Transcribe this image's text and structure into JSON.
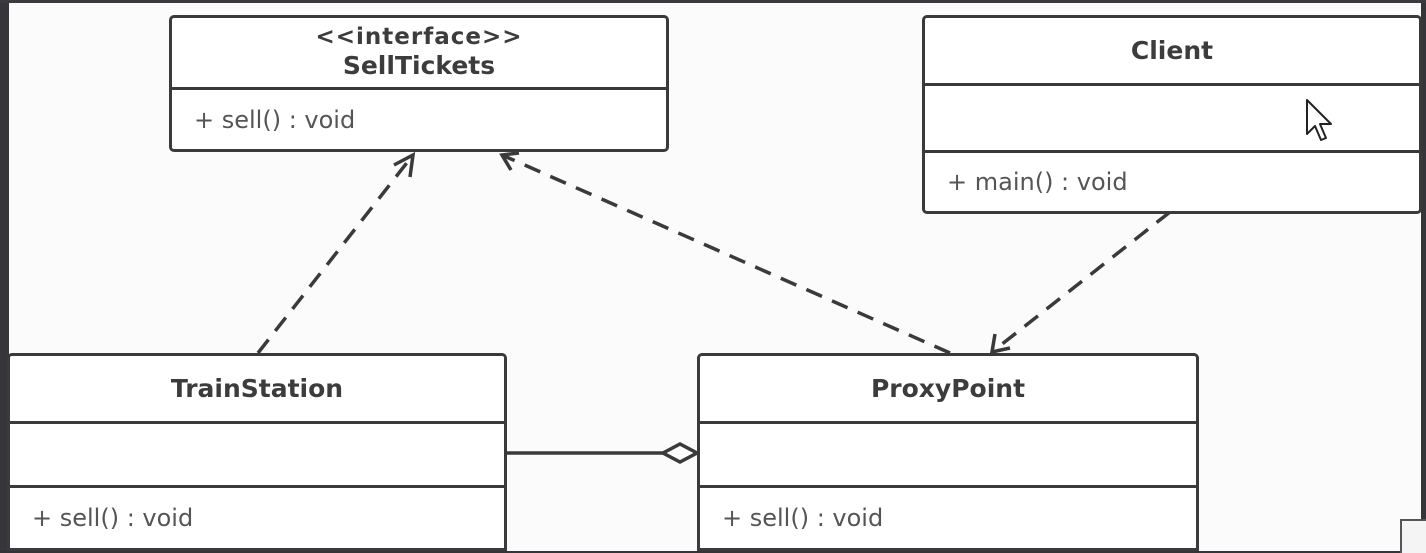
{
  "diagram": {
    "classes": {
      "sell_tickets": {
        "stereotype": "<<interface>>",
        "name": "SellTickets",
        "operation": "+ sell() : void"
      },
      "client": {
        "name": "Client",
        "operation": "+ main() : void"
      },
      "train_station": {
        "name": "TrainStation",
        "operation": "+ sell() : void"
      },
      "proxy_point": {
        "name": "ProxyPoint",
        "operation": "+ sell() : void"
      }
    },
    "relations": [
      {
        "type": "realization",
        "from": "TrainStation",
        "to": "SellTickets"
      },
      {
        "type": "realization",
        "from": "ProxyPoint",
        "to": "SellTickets"
      },
      {
        "type": "dependency",
        "from": "Client",
        "to": "ProxyPoint"
      },
      {
        "type": "aggregation",
        "whole": "ProxyPoint",
        "part": "TrainStation"
      }
    ],
    "colors": {
      "line": "#3a3a3a",
      "background": "#fbfbfb",
      "frame": "#343438"
    }
  }
}
